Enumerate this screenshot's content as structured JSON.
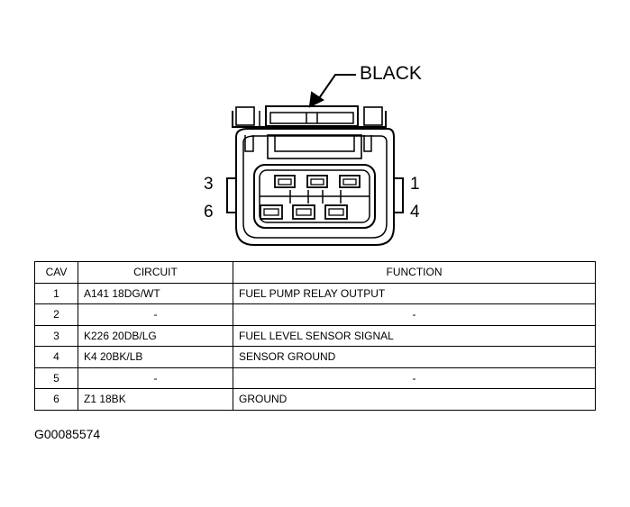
{
  "connector": {
    "color_label": "BLACK",
    "pin_labels": {
      "top_left": "3",
      "bottom_left": "6",
      "top_right": "1",
      "bottom_right": "4"
    }
  },
  "table": {
    "headers": {
      "cav": "CAV",
      "circuit": "CIRCUIT",
      "function": "FUNCTION"
    },
    "rows": [
      {
        "cav": "1",
        "circuit": "A141 18DG/WT",
        "function": "FUEL PUMP RELAY OUTPUT"
      },
      {
        "cav": "2",
        "circuit": "-",
        "function": "-"
      },
      {
        "cav": "3",
        "circuit": "K226 20DB/LG",
        "function": "FUEL LEVEL SENSOR SIGNAL"
      },
      {
        "cav": "4",
        "circuit": "K4 20BK/LB",
        "function": "SENSOR GROUND"
      },
      {
        "cav": "5",
        "circuit": "-",
        "function": "-"
      },
      {
        "cav": "6",
        "circuit": "Z1 18BK",
        "function": "GROUND"
      }
    ]
  },
  "figure_id": "G00085574"
}
